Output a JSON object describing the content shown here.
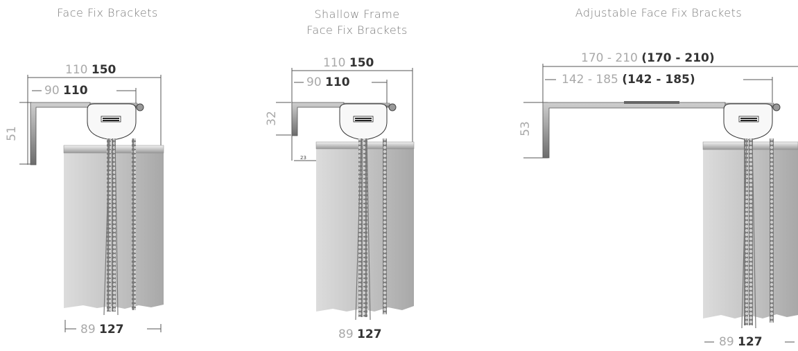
{
  "panels": [
    {
      "title": "Face Fix Brackets",
      "top_dim_light": "110",
      "top_dim_dark": "150",
      "mid_dim_light": "90",
      "mid_dim_dark": "110",
      "side_dim": "51",
      "bottom_dim_light": "89",
      "bottom_dim_dark": "127"
    },
    {
      "title_line1": "Shallow Frame",
      "title_line2": "Face Fix Brackets",
      "top_dim_light": "110",
      "top_dim_dark": "150",
      "mid_dim_light": "90",
      "mid_dim_dark": "110",
      "side_dim": "32",
      "small_dim": "23",
      "bottom_dim_light": "89",
      "bottom_dim_dark": "127"
    },
    {
      "title": "Adjustable Face Fix Brackets",
      "top_dim_light": "170 - 210",
      "top_dim_dark": "(170 - 210)",
      "mid_dim_light": "142 - 185",
      "mid_dim_dark": "(142 - 185)",
      "side_dim": "53",
      "bottom_dim_light": "89",
      "bottom_dim_dark": "127"
    }
  ],
  "colors": {
    "light_text": "#a9a9a9",
    "dark_text": "#333333",
    "title_text": "#7a7a7a",
    "metal": "#8c8c8c",
    "fabric": "#c8c8c8"
  }
}
